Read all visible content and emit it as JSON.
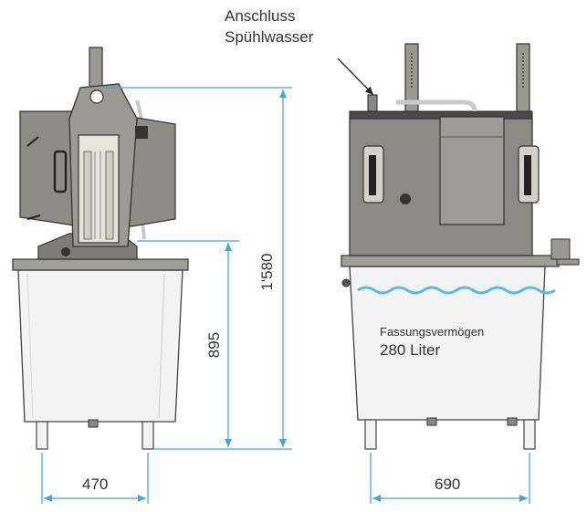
{
  "callout": {
    "line1": "Anschluss",
    "line2": "Spühlwasser"
  },
  "dimensions": {
    "left_width": "470",
    "right_width": "690",
    "height_tank": "895",
    "height_total": "1'580"
  },
  "capacity": {
    "label": "Fassungsvermögen",
    "value": "280 Liter"
  },
  "colors": {
    "dimension_line": "#4aa3d6",
    "machine_body": "#8c8a85",
    "machine_dark": "#2b2b2b",
    "tank_fill": "#f2f2f2",
    "water_line": "#5cb8e8",
    "text": "#333333"
  }
}
